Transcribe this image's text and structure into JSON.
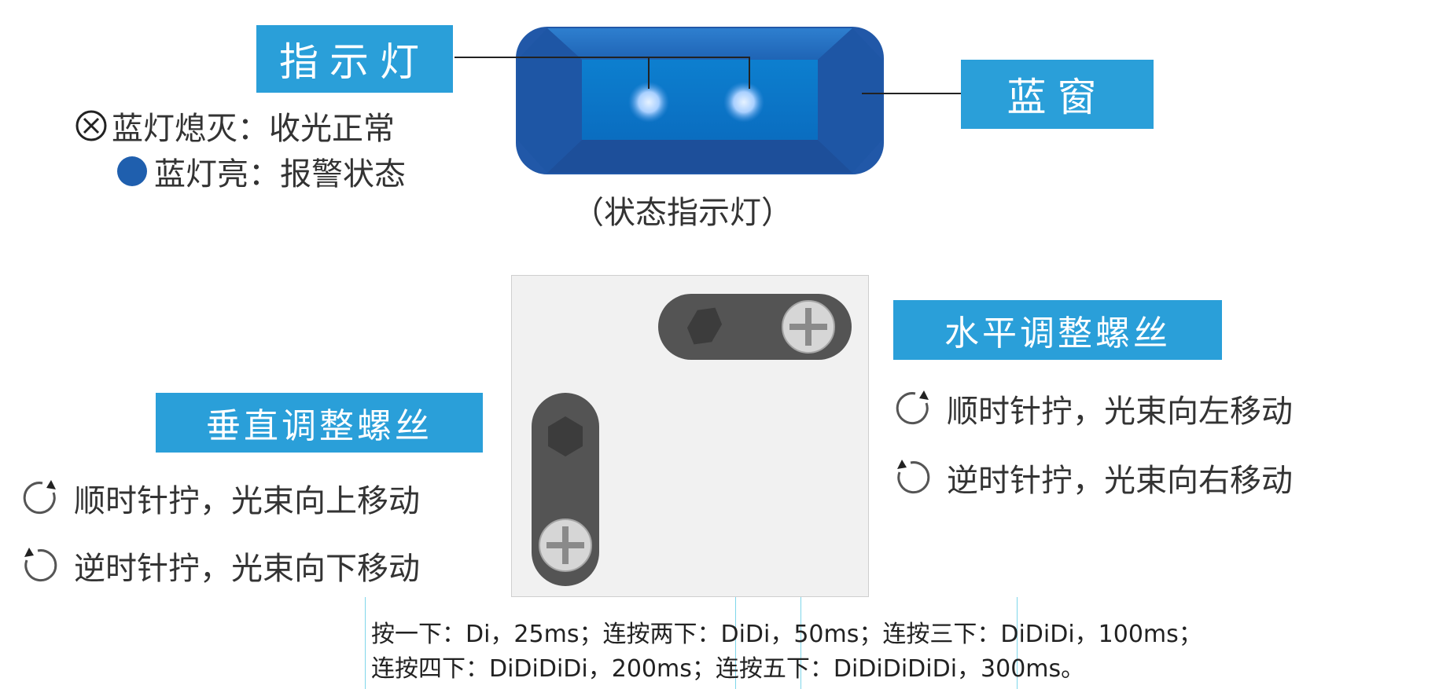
{
  "indicator": {
    "tag": "指示灯",
    "legend_off": "蓝灯熄灭：收光正常",
    "legend_on": "蓝灯亮：报警状态",
    "caption": "（状态指示灯）"
  },
  "window": {
    "tag": "蓝窗"
  },
  "horizontal": {
    "tag": "水平调整螺丝",
    "cw": "顺时针拧，光束向左移动",
    "ccw": "逆时针拧，光束向右移动"
  },
  "vertical": {
    "tag": "垂直调整螺丝",
    "cw": "顺时针拧，光束向上移动",
    "ccw": "逆时针拧，光束向下移动"
  },
  "note": {
    "line1": "按一下：Di，25ms；连按两下：DiDi，50ms；连按三下：DiDiDi，100ms；",
    "line2": "连按四下：DiDiDiDi，200ms；连按五下：DiDiDiDiDi，300ms。"
  },
  "icons": {
    "off": "x-circle-icon",
    "on": "filled-circle-icon",
    "cw": "clockwise-arrow-icon",
    "ccw": "counterclockwise-arrow-icon"
  },
  "colors": {
    "tag_bg": "#2a9fd9",
    "device_blue": "#1f5fae",
    "led": "#cde4ff",
    "screw_plate": "#545454"
  }
}
